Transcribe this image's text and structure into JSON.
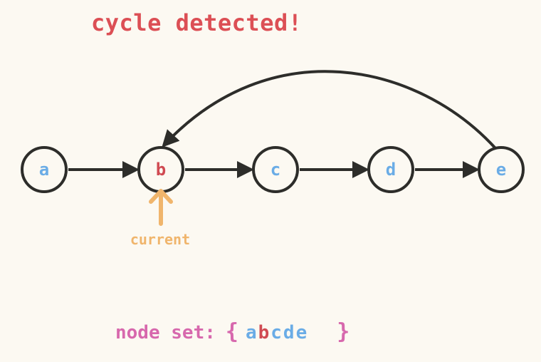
{
  "headline": "cycle detected!",
  "nodes": [
    {
      "id": "a",
      "label": "a",
      "highlighted": false
    },
    {
      "id": "b",
      "label": "b",
      "highlighted": true
    },
    {
      "id": "c",
      "label": "c",
      "highlighted": false
    },
    {
      "id": "d",
      "label": "d",
      "highlighted": false
    },
    {
      "id": "e",
      "label": "e",
      "highlighted": false
    }
  ],
  "edges": [
    {
      "from": "a",
      "to": "b"
    },
    {
      "from": "b",
      "to": "c"
    },
    {
      "from": "c",
      "to": "d"
    },
    {
      "from": "d",
      "to": "e"
    },
    {
      "from": "e",
      "to": "b",
      "curved": true
    }
  ],
  "pointer": {
    "label": "current",
    "target": "b"
  },
  "node_set": {
    "prefix": "node set:",
    "open_brace": "{",
    "close_brace": "}",
    "items": [
      {
        "label": "a",
        "highlighted": false
      },
      {
        "label": "b",
        "highlighted": true
      },
      {
        "label": "c",
        "highlighted": false
      },
      {
        "label": "d",
        "highlighted": false
      },
      {
        "label": "e",
        "highlighted": false
      }
    ]
  },
  "colors": {
    "background": "#fcf9f2",
    "headline": "#dc4f55",
    "node_text": "#6aace6",
    "node_text_highlight": "#d04a52",
    "stroke": "#2d2d2a",
    "pointer": "#f0b56c",
    "set_text": "#d768ad"
  }
}
